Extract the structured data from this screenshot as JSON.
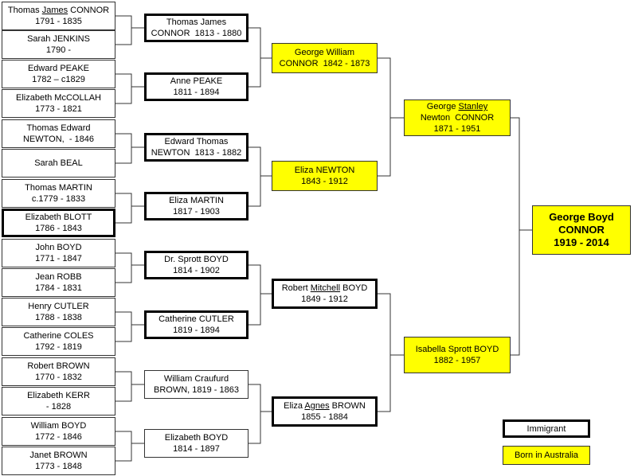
{
  "gen4": [
    {
      "line1_a": "Thomas ",
      "line1_u": "James",
      "line1_b": " CONNOR",
      "line2": "1791 - 1835",
      "immigrant": false
    },
    {
      "line1_a": "Sarah JENKINS",
      "line1_u": "",
      "line1_b": "",
      "line2": "1790 -",
      "immigrant": false
    },
    {
      "line1_a": "Edward PEAKE",
      "line1_u": "",
      "line1_b": "",
      "line2": "1782 – c1829",
      "immigrant": false
    },
    {
      "line1_a": "Elizabeth McCOLLAH",
      "line1_u": "",
      "line1_b": "",
      "line2": "1773 - 1821",
      "immigrant": false
    },
    {
      "line1_a": "Thomas Edward",
      "line1_u": "",
      "line1_b": "",
      "line2": "NEWTON,  - 1846",
      "immigrant": false
    },
    {
      "line1_a": "Sarah BEAL",
      "line1_u": "",
      "line1_b": "",
      "line2": "",
      "immigrant": false
    },
    {
      "line1_a": "Thomas MARTIN",
      "line1_u": "",
      "line1_b": "",
      "line2": "c.1779 - 1833",
      "immigrant": false
    },
    {
      "line1_a": "Elizabeth BLOTT",
      "line1_u": "",
      "line1_b": "",
      "line2": "1786 - 1843",
      "immigrant": true
    },
    {
      "line1_a": "John BOYD",
      "line1_u": "",
      "line1_b": "",
      "line2": "1771 - 1847",
      "immigrant": false
    },
    {
      "line1_a": "Jean ROBB",
      "line1_u": "",
      "line1_b": "",
      "line2": "1784 - 1831",
      "immigrant": false
    },
    {
      "line1_a": "Henry CUTLER",
      "line1_u": "",
      "line1_b": "",
      "line2": "1788 - 1838",
      "immigrant": false
    },
    {
      "line1_a": "Catherine COLES",
      "line1_u": "",
      "line1_b": "",
      "line2": "1792 - 1819",
      "immigrant": false
    },
    {
      "line1_a": "Robert BROWN",
      "line1_u": "",
      "line1_b": "",
      "line2": "1770 - 1832",
      "immigrant": false
    },
    {
      "line1_a": "Elizabeth KERR",
      "line1_u": "",
      "line1_b": "",
      "line2": "- 1828",
      "immigrant": false
    },
    {
      "line1_a": "William BOYD",
      "line1_u": "",
      "line1_b": "",
      "line2": "1772 - 1846",
      "immigrant": false
    },
    {
      "line1_a": "Janet BROWN",
      "line1_u": "",
      "line1_b": "",
      "line2": "1773 - 1848",
      "immigrant": false
    }
  ],
  "gen3": [
    {
      "line1_a": "Thomas James",
      "line1_u": "",
      "line1_b": "",
      "line2": "CONNOR  1813 - 1880",
      "immigrant": true
    },
    {
      "line1_a": "Anne PEAKE",
      "line1_u": "",
      "line1_b": "",
      "line2": "1811 - 1894",
      "immigrant": true
    },
    {
      "line1_a": "Edward Thomas",
      "line1_u": "",
      "line1_b": "",
      "line2": "NEWTON  1813 - 1882",
      "immigrant": true
    },
    {
      "line1_a": "Eliza MARTIN",
      "line1_u": "",
      "line1_b": "",
      "line2": "1817 - 1903",
      "immigrant": true
    },
    {
      "line1_a": "Dr. Sprott BOYD",
      "line1_u": "",
      "line1_b": "",
      "line2": "1814 - 1902",
      "immigrant": true
    },
    {
      "line1_a": "Catherine CUTLER",
      "line1_u": "",
      "line1_b": "",
      "line2": "1819 - 1894",
      "immigrant": true
    },
    {
      "line1_a": "William Craufurd",
      "line1_u": "",
      "line1_b": "",
      "line2": "BROWN, 1819 - 1863",
      "immigrant": false
    },
    {
      "line1_a": "Elizabeth BOYD",
      "line1_u": "",
      "line1_b": "",
      "line2": "1814 - 1897",
      "immigrant": false
    }
  ],
  "gen2": [
    {
      "line1_a": "George William",
      "line1_u": "",
      "line1_b": "",
      "line2": "CONNOR  1842 - 1873",
      "kind": "aus"
    },
    {
      "line1_a": "Eliza NEWTON",
      "line1_u": "",
      "line1_b": "",
      "line2": "1843 - 1912",
      "kind": "aus"
    },
    {
      "line1_a": "Robert ",
      "line1_u": "Mitchell",
      "line1_b": " BOYD",
      "line2": "1849 - 1912",
      "kind": "imm"
    },
    {
      "line1_a": "Eliza ",
      "line1_u": "Agnes",
      "line1_b": " BROWN",
      "line2": "1855 - 1884",
      "kind": "imm"
    }
  ],
  "gen1": [
    {
      "line1_a": "George ",
      "line1_u": "Stanley",
      "line1_b": "",
      "line1b": "Newton  CONNOR",
      "line2": "1871 - 1951",
      "kind": "aus"
    },
    {
      "line1_a": "Isabella Sprott BOYD",
      "line1_u": "",
      "line1_b": "",
      "line1b": "",
      "line2": "1882 - 1957",
      "kind": "aus"
    }
  ],
  "root": {
    "line1": "George Boyd",
    "line2": "CONNOR",
    "line3": "1919 - 2014"
  },
  "legend": {
    "immigrant_label": "Immigrant",
    "australia_label": "Born in Australia"
  },
  "colors": {
    "australia": "#ffff00",
    "border": "#000000",
    "line": "#333333"
  }
}
